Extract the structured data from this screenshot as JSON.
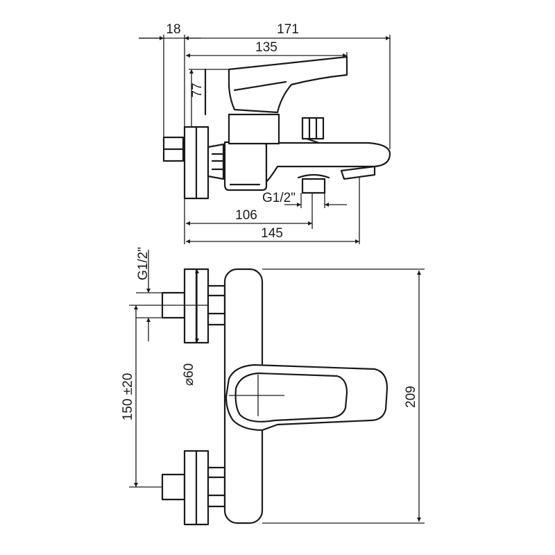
{
  "drawing": {
    "top_view": {
      "dim_overall_width": "171",
      "dim_wall_offset": "18",
      "dim_handle_reach": "135",
      "dim_height": "77",
      "dim_thread": "G1/2\"",
      "dim_outlet_distance": "106",
      "dim_spout_length": "145"
    },
    "front_view": {
      "dim_thread": "G1/2\"",
      "dim_flange_diameter": "⌀60",
      "dim_centers": "150 ±20",
      "dim_body_height": "209"
    }
  }
}
